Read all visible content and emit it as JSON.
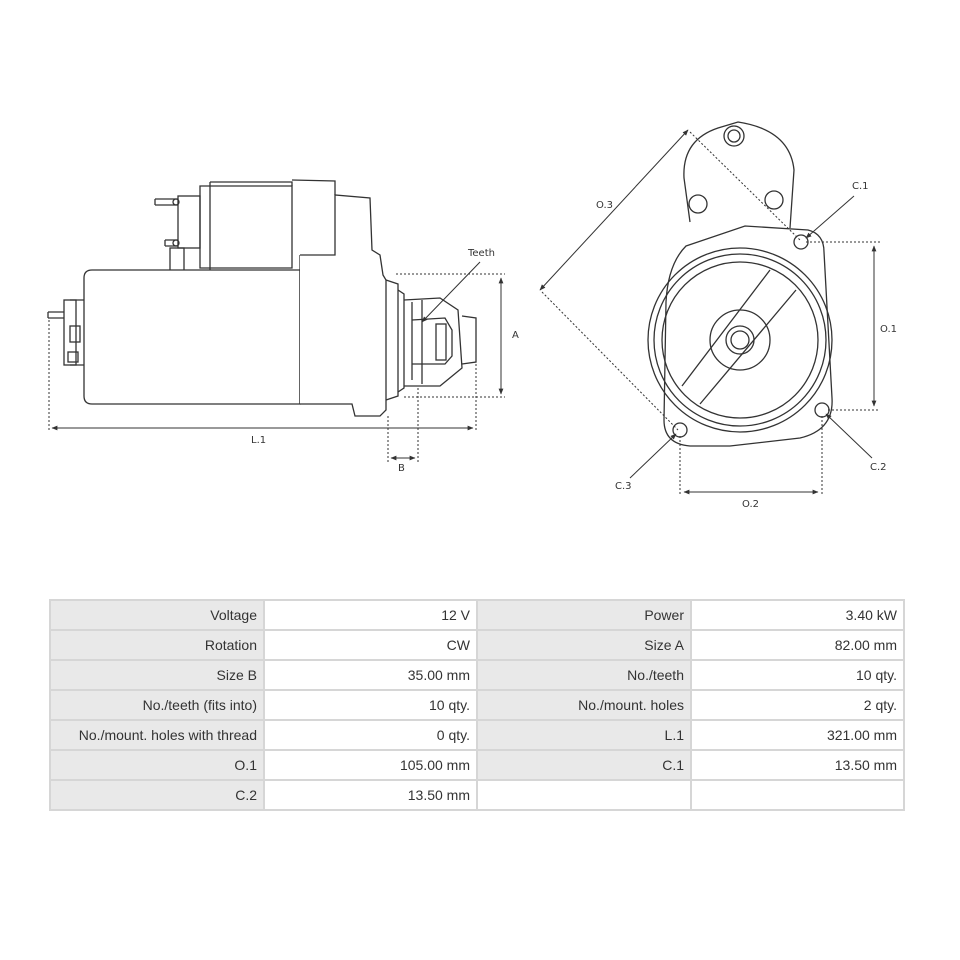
{
  "drawing": {
    "labels": {
      "teeth": "Teeth",
      "a": "A",
      "b": "B",
      "l1": "L.1",
      "o3": "O.3",
      "c1": "C.1",
      "o1": "O.1",
      "c2": "C.2",
      "c3": "C.3",
      "o2": "O.2"
    }
  },
  "specs": {
    "rows": [
      [
        {
          "label": "Voltage",
          "value": "12 V"
        },
        {
          "label": "Power",
          "value": "3.40 kW"
        }
      ],
      [
        {
          "label": "Rotation",
          "value": "CW"
        },
        {
          "label": "Size A",
          "value": "82.00 mm"
        }
      ],
      [
        {
          "label": "Size B",
          "value": "35.00 mm"
        },
        {
          "label": "No./teeth",
          "value": "10 qty."
        }
      ],
      [
        {
          "label": "No./teeth (fits into)",
          "value": "10 qty."
        },
        {
          "label": "No./mount. holes",
          "value": "2 qty."
        }
      ],
      [
        {
          "label": "No./mount. holes with thread",
          "value": "0 qty."
        },
        {
          "label": "L.1",
          "value": "321.00 mm"
        }
      ],
      [
        {
          "label": "O.1",
          "value": "105.00 mm"
        },
        {
          "label": "C.1",
          "value": "13.50 mm"
        }
      ],
      [
        {
          "label": "C.2",
          "value": "13.50 mm"
        },
        {
          "label": "",
          "value": ""
        }
      ]
    ]
  }
}
